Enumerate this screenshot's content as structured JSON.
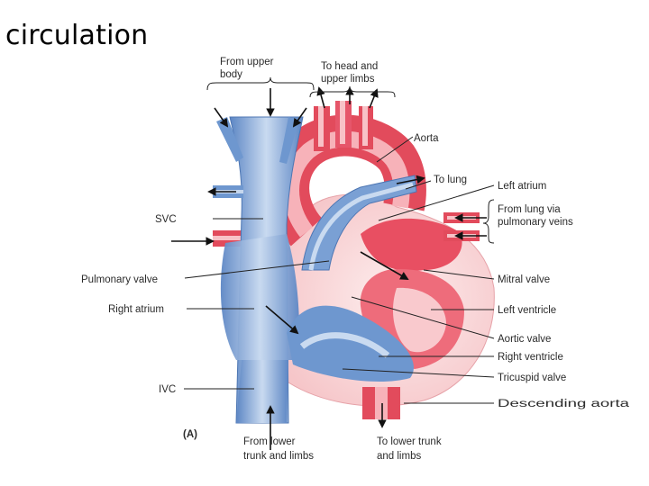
{
  "slide": {
    "title": "circulation"
  },
  "figure": {
    "panel_label": "(A)",
    "labels": {
      "from_upper_body": [
        "From upper",
        "body"
      ],
      "to_head": [
        "To head and",
        "upper limbs"
      ],
      "aorta": "Aorta",
      "to_lung": "To lung",
      "left_atrium": "Left atrium",
      "from_lung": [
        "From lung via",
        "pulmonary veins"
      ],
      "svc": "SVC",
      "pulmonary_valve": "Pulmonary valve",
      "mitral_valve": "Mitral valve",
      "right_atrium": "Right atrium",
      "left_ventricle": "Left ventricle",
      "aortic_valve": "Aortic valve",
      "right_ventricle": "Right ventricle",
      "ivc": "IVC",
      "tricuspid_valve": "Tricuspid valve",
      "descending_aorta": "Descending aorta",
      "from_lower": [
        "From lower",
        "trunk and limbs"
      ],
      "to_lower": [
        "To lower trunk",
        "and limbs"
      ]
    },
    "colors": {
      "oxygenated": "#e8505f",
      "oxygenated_light": "#f7b7bd",
      "deoxygenated": "#6e97cf",
      "deoxygenated_light": "#b8cdea",
      "wall": "#fbe3e3"
    }
  }
}
